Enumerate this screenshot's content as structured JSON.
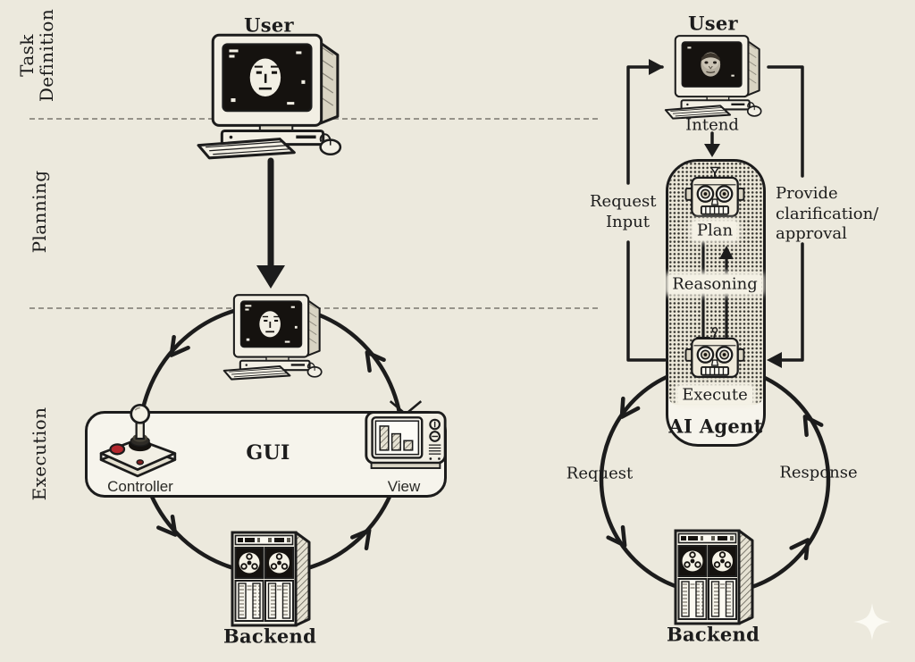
{
  "colors": {
    "background": "#ECE9DD",
    "ink": "#1C1C1C",
    "panel_fill": "#F6F4EC",
    "dash_line": "#96938A",
    "accent_red": "#B3272D"
  },
  "sections": [
    {
      "lines": [
        "Task",
        "Definition"
      ]
    },
    {
      "lines": [
        "Planning"
      ]
    },
    {
      "lines": [
        "Execution"
      ]
    }
  ],
  "gui_flow": {
    "user_label": "User",
    "gui_title": "GUI",
    "controller_label": "Controller",
    "view_label": "View",
    "backend_label": "Backend"
  },
  "agent_flow": {
    "user_label": "User",
    "intend_label": "Intend",
    "request_input_lines": [
      "Request",
      "Input"
    ],
    "provide_lines": [
      "Provide",
      "clarification/",
      "approval"
    ],
    "plan_label": "Plan",
    "reasoning_label": "Reasoning",
    "execute_label": "Execute",
    "agent_title": "AI Agent",
    "request_label": "Request",
    "response_label": "Response",
    "backend_label": "Backend"
  },
  "icons": {
    "left_user": "retro-computer-icon",
    "planning_computer": "retro-computer-icon",
    "controller": "joystick-icon",
    "view": "tv-bar-chart-icon",
    "left_backend": "mainframe-server-icon",
    "right_user": "retro-computer-photo-icon",
    "plan_robot": "robot-head-icon",
    "execute_robot": "robot-head-icon",
    "right_backend": "mainframe-server-icon",
    "watermark": "sparkle-icon"
  }
}
